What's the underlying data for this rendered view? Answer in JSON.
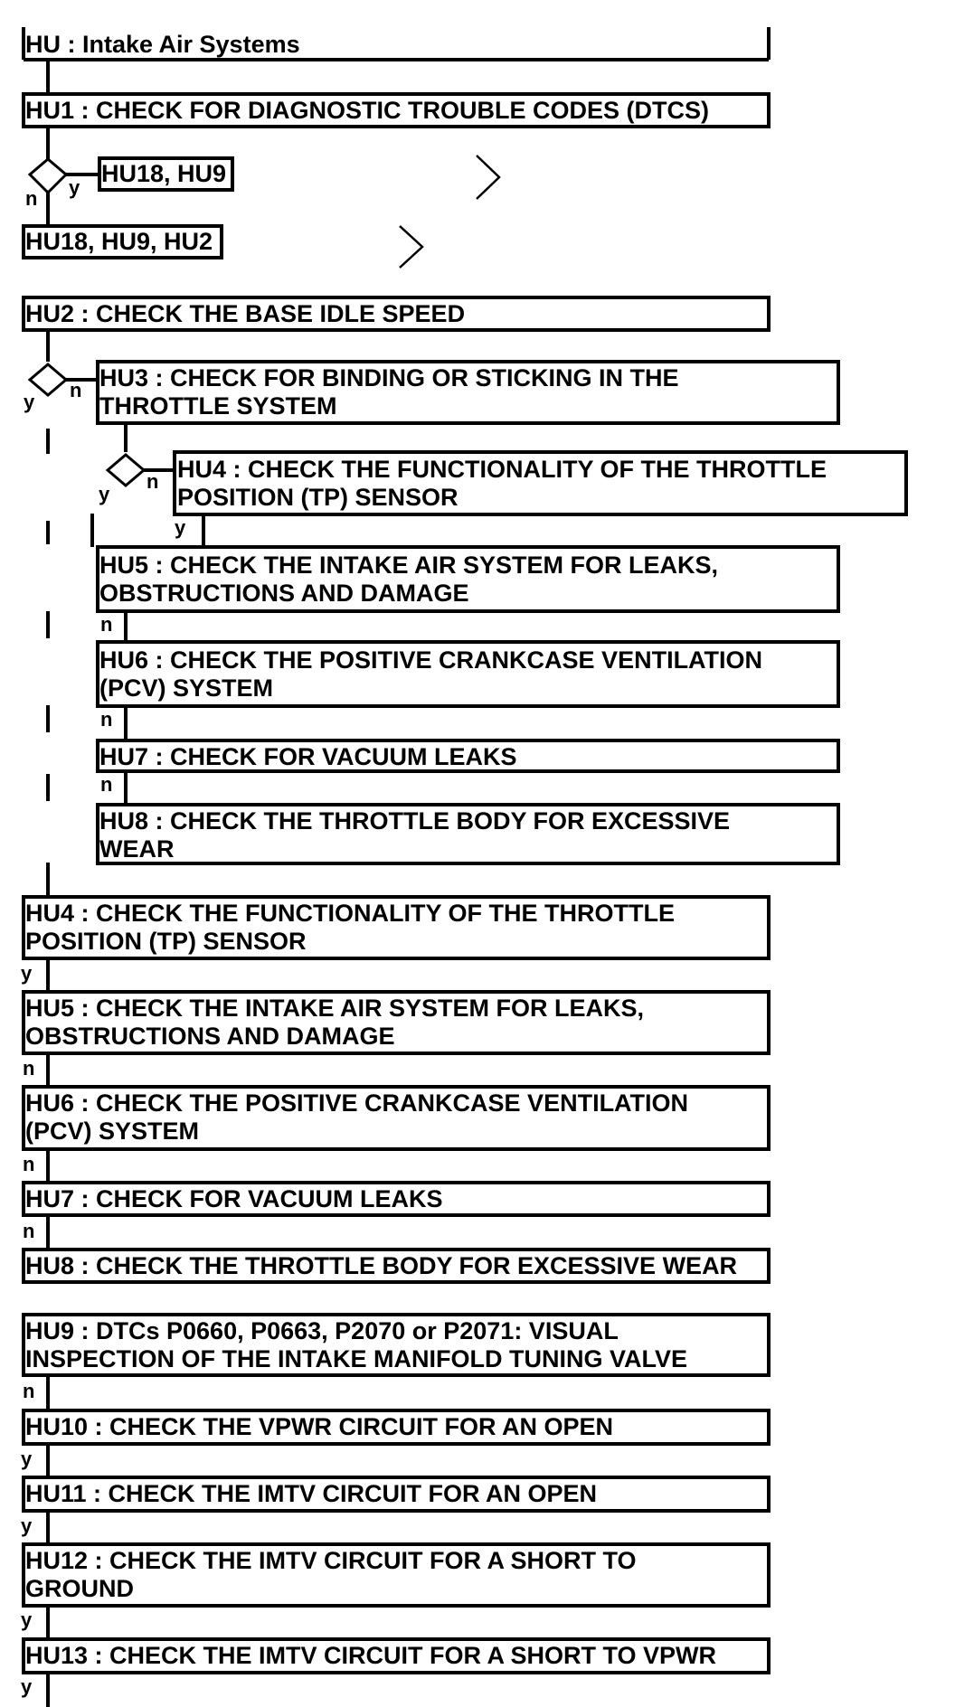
{
  "title": "HU : Intake Air Systems",
  "steps": {
    "hu1": [
      "HU1 : CHECK FOR DIAGNOSTIC TROUBLE CODES (DTCS)"
    ],
    "hu1_yes": [
      "HU18, HU9"
    ],
    "hu1_no": [
      "HU18, HU9, HU2"
    ],
    "hu2": [
      "HU2 : CHECK THE BASE IDLE SPEED"
    ],
    "hu3": [
      "HU3 : CHECK FOR BINDING OR STICKING IN THE",
      "THROTTLE SYSTEM"
    ],
    "hu4_inner": [
      "HU4 : CHECK THE FUNCTIONALITY OF THE THROTTLE",
      "POSITION (TP) SENSOR"
    ],
    "hu5_inner": [
      "HU5 : CHECK THE INTAKE AIR SYSTEM FOR LEAKS,",
      "OBSTRUCTIONS AND DAMAGE"
    ],
    "hu6_inner": [
      "HU6 : CHECK THE POSITIVE CRANKCASE VENTILATION",
      "(PCV) SYSTEM"
    ],
    "hu7_inner": [
      "HU7 : CHECK FOR VACUUM LEAKS"
    ],
    "hu8_inner": [
      "HU8 : CHECK THE THROTTLE BODY FOR EXCESSIVE",
      "WEAR"
    ],
    "hu4": [
      "HU4 : CHECK THE FUNCTIONALITY OF THE THROTTLE",
      "POSITION (TP) SENSOR"
    ],
    "hu5": [
      "HU5 : CHECK THE INTAKE AIR SYSTEM FOR LEAKS,",
      "OBSTRUCTIONS AND DAMAGE"
    ],
    "hu6": [
      "HU6 : CHECK THE POSITIVE CRANKCASE VENTILATION",
      "(PCV) SYSTEM"
    ],
    "hu7": [
      "HU7 : CHECK FOR VACUUM LEAKS"
    ],
    "hu8": [
      "HU8 : CHECK THE THROTTLE BODY FOR EXCESSIVE WEAR"
    ],
    "hu9": [
      "HU9 : DTCs P0660, P0663, P2070 or P2071: VISUAL",
      "INSPECTION OF THE INTAKE MANIFOLD TUNING VALVE"
    ],
    "hu10": [
      "HU10 : CHECK THE VPWR CIRCUIT FOR AN OPEN"
    ],
    "hu11": [
      "HU11 : CHECK THE IMTV CIRCUIT FOR AN OPEN"
    ],
    "hu12": [
      "HU12 : CHECK THE IMTV CIRCUIT FOR A SHORT TO",
      "GROUND"
    ],
    "hu13": [
      "HU13 : CHECK THE IMTV CIRCUIT FOR A SHORT TO VPWR"
    ]
  },
  "branches": {
    "yes": "y",
    "no": "n"
  }
}
